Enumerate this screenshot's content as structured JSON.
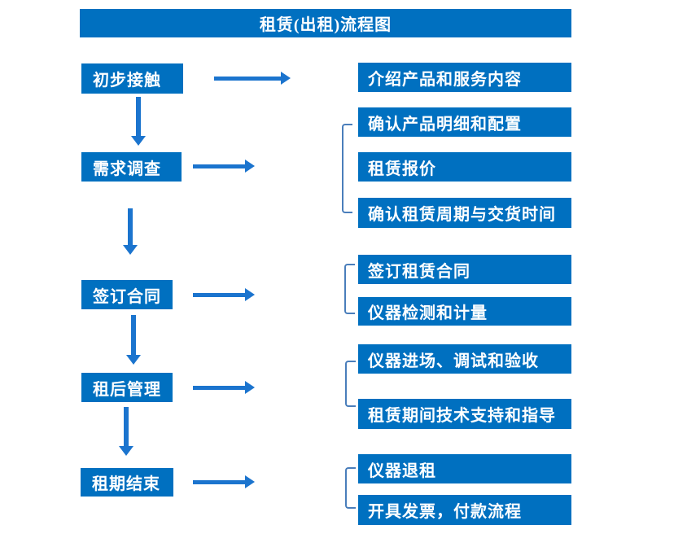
{
  "title": "租赁(出租)流程图",
  "colors": {
    "box_fill": "#0070C0",
    "arrow": "#1B74CE",
    "bracket": "#4A7EBB",
    "text": "#FFFFFF",
    "background": "#FFFFFF"
  },
  "steps": [
    {
      "label": "初步接触",
      "details": [
        "介绍产品和服务内容"
      ]
    },
    {
      "label": "需求调查",
      "details": [
        "确认产品明细和配置",
        "租赁报价",
        "确认租赁周期与交货时间"
      ]
    },
    {
      "label": "签订合同",
      "details": [
        "签订租赁合同",
        "仪器检测和计量"
      ]
    },
    {
      "label": "租后管理",
      "details": [
        "仪器进场、调试和验收",
        "租赁期间技术支持和指导"
      ]
    },
    {
      "label": "租期结束",
      "details": [
        "仪器退租",
        "开具发票，付款流程"
      ]
    }
  ]
}
